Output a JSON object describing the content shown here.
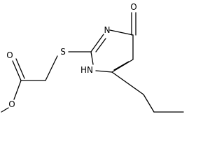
{
  "molecule": {
    "atoms": {
      "carbonyl_oxygen": "O",
      "ring_nitrogen_3": "N",
      "sulfur": "S",
      "ring_nh": "HN",
      "ester_carbonyl_oxygen": "O",
      "ester_ether_oxygen": "O"
    }
  }
}
